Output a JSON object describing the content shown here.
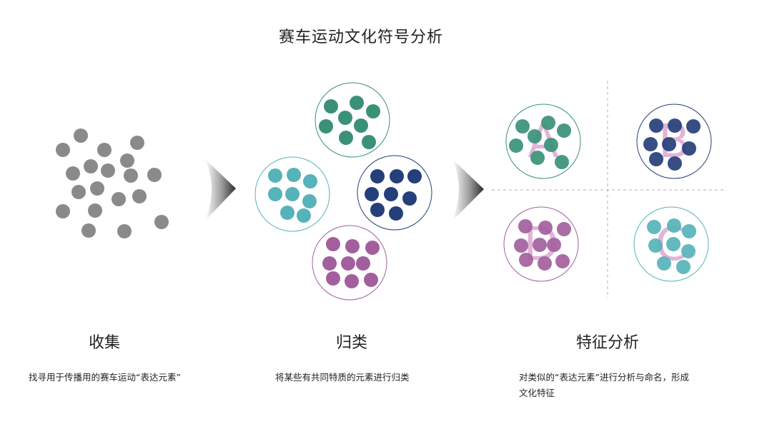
{
  "title": "赛车运动文化符号分析",
  "steps": [
    {
      "heading": "收集",
      "desc": "找寻用于传播用的赛车运动“表达元素”"
    },
    {
      "heading": "归类",
      "desc": "将某些有共同特质的元素进行归类"
    },
    {
      "heading": "特征分析",
      "desc": "对类似的“表达元素”进行分析与命名，形成文化特征"
    }
  ],
  "quadrant_letters": [
    "A",
    "B",
    "C",
    "D"
  ],
  "colors": {
    "gray": "#8a8a8a",
    "green": "#3a9178",
    "navy": "#253f7a",
    "teal": "#56b3b9",
    "purple": "#a35f9d",
    "letter": "#e2b4d8",
    "divider": "#b0b0b0"
  },
  "icons": [
    "chevron-right-icon",
    "chevron-right-icon"
  ]
}
